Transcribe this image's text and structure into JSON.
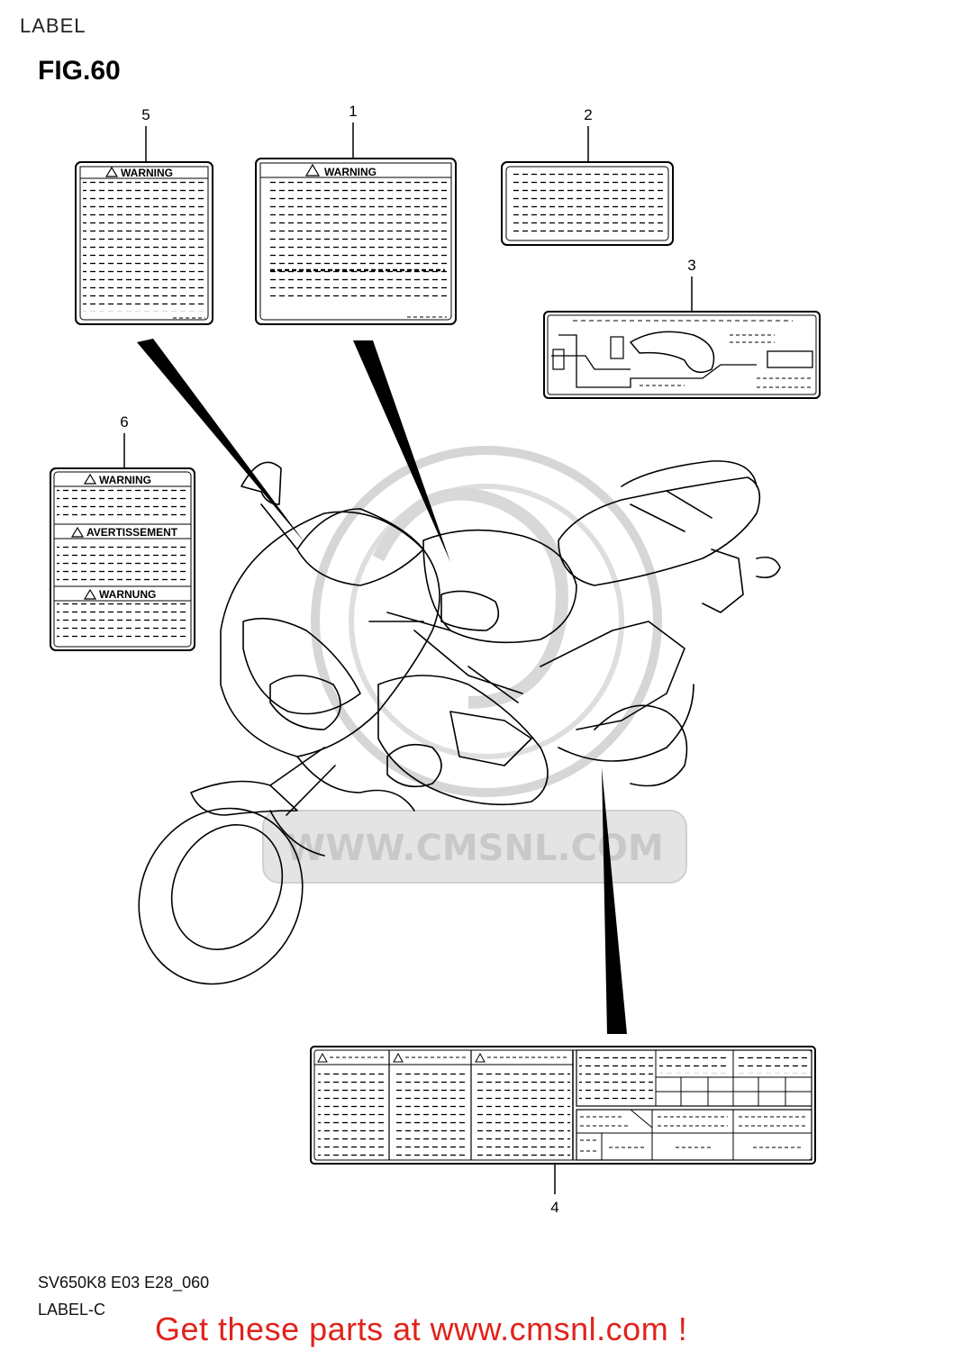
{
  "page": {
    "section_title": "LABEL",
    "figure_title": "FIG.60"
  },
  "callouts": [
    {
      "id": "5",
      "text": "5"
    },
    {
      "id": "1",
      "text": "1"
    },
    {
      "id": "2",
      "text": "2"
    },
    {
      "id": "3",
      "text": "3"
    },
    {
      "id": "6",
      "text": "6"
    },
    {
      "id": "4",
      "text": "4"
    }
  ],
  "labels": {
    "label_5_heading": "WARNING",
    "label_1_heading": "WARNING",
    "label_6_heading_1": "WARNING",
    "label_6_heading_2": "AVERTISSEMENT",
    "label_6_heading_3": "WARNUNG"
  },
  "watermark": {
    "text": "WWW.CMSNL.COM",
    "color": "#d0d0d0"
  },
  "footer": {
    "model_code": "SV650K8 E03 E28_060",
    "model_sub": "LABEL-C",
    "promo_text": "Get these parts at www.cmsnl.com !",
    "promo_color": "#e0231c"
  }
}
